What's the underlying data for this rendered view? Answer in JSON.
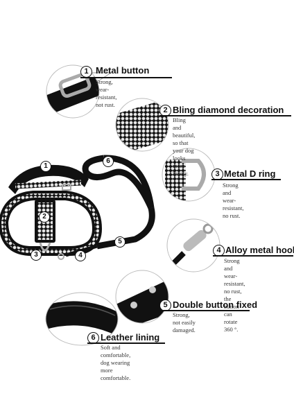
{
  "callouts": [
    {
      "num": "1",
      "title": "Metal button",
      "desc_lines": [
        "Strong, wear-resistant, not rust."
      ]
    },
    {
      "num": "2",
      "title": "Bling diamond decoration",
      "desc_lines": [
        "Bling and beautiful, so that your dog looks",
        "more lovely."
      ]
    },
    {
      "num": "3",
      "title": "Metal D ring",
      "desc_lines": [
        "Strong and wear-resistant,",
        "no rust."
      ]
    },
    {
      "num": "4",
      "title": "Alloy metal hooks",
      "desc_lines": [
        "Strong and wear-resistant,",
        "no rust, the button can",
        "rotate 360 °."
      ]
    },
    {
      "num": "5",
      "title": "Double button fixed",
      "desc_lines": [
        "Strong, not easily damaged."
      ]
    },
    {
      "num": "6",
      "title": "Leather lining",
      "desc_lines": [
        "Soft and comfortable, dog wearing more comfortable."
      ]
    }
  ],
  "diagram_labels": {
    "l1": "1",
    "l2": "2",
    "l3": "3",
    "l4": "4",
    "l5": "5",
    "l6": "6"
  },
  "colors": {
    "strap": "#111111",
    "metal": "#b8b8b8",
    "rhinestone": "#e6e6e6"
  }
}
